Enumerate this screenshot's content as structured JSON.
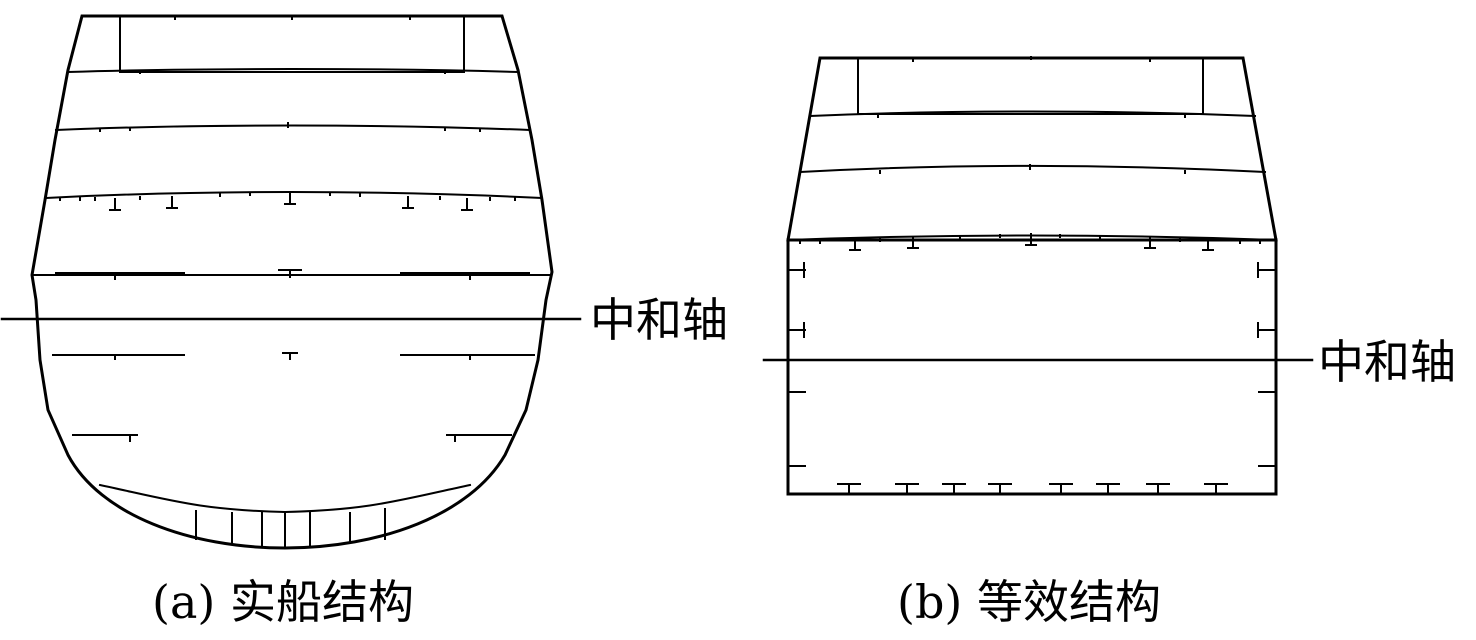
{
  "panels": [
    {
      "id": "a",
      "caption": "(a) 实船结构",
      "axis_label": "中和轴"
    },
    {
      "id": "b",
      "caption": "(b) 等效结构",
      "axis_label": "中和轴"
    }
  ],
  "colors": {
    "line": "#000000",
    "background": "#ffffff"
  }
}
